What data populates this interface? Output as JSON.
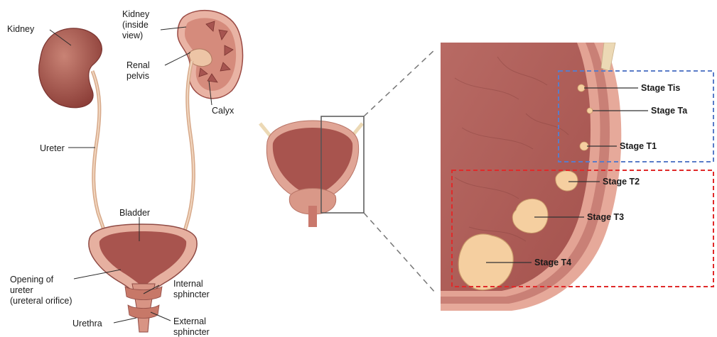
{
  "left_labels": {
    "kidney": "Kidney",
    "kidney_inside_line1": "Kidney",
    "kidney_inside_line2": "(inside",
    "kidney_inside_line3": "view)",
    "renal_pelvis_line1": "Renal",
    "renal_pelvis_line2": "pelvis",
    "calyx": "Calyx",
    "ureter": "Ureter",
    "bladder": "Bladder",
    "opening_line1": "Opening of",
    "opening_line2": "ureter",
    "opening_line3": "(ureteral orifice)",
    "internal_line1": "Internal",
    "internal_line2": "sphincter",
    "urethra": "Urethra",
    "external_line1": "External",
    "external_line2": "sphincter"
  },
  "stages": {
    "tis": "Stage Tis",
    "ta": "Stage Ta",
    "t1": "Stage T1",
    "t2": "Stage T2",
    "t3": "Stage T3",
    "t4": "Stage T4"
  },
  "colors": {
    "tissue": "#b56560",
    "tissue_dark": "#8e3f3c",
    "wall_light": "#dd9b8e",
    "tumor": "#f5cfa0",
    "ureter": "#e8c2a4",
    "non_invasive_box": "#5a7cc8",
    "invasive_box": "#e02a2a"
  }
}
